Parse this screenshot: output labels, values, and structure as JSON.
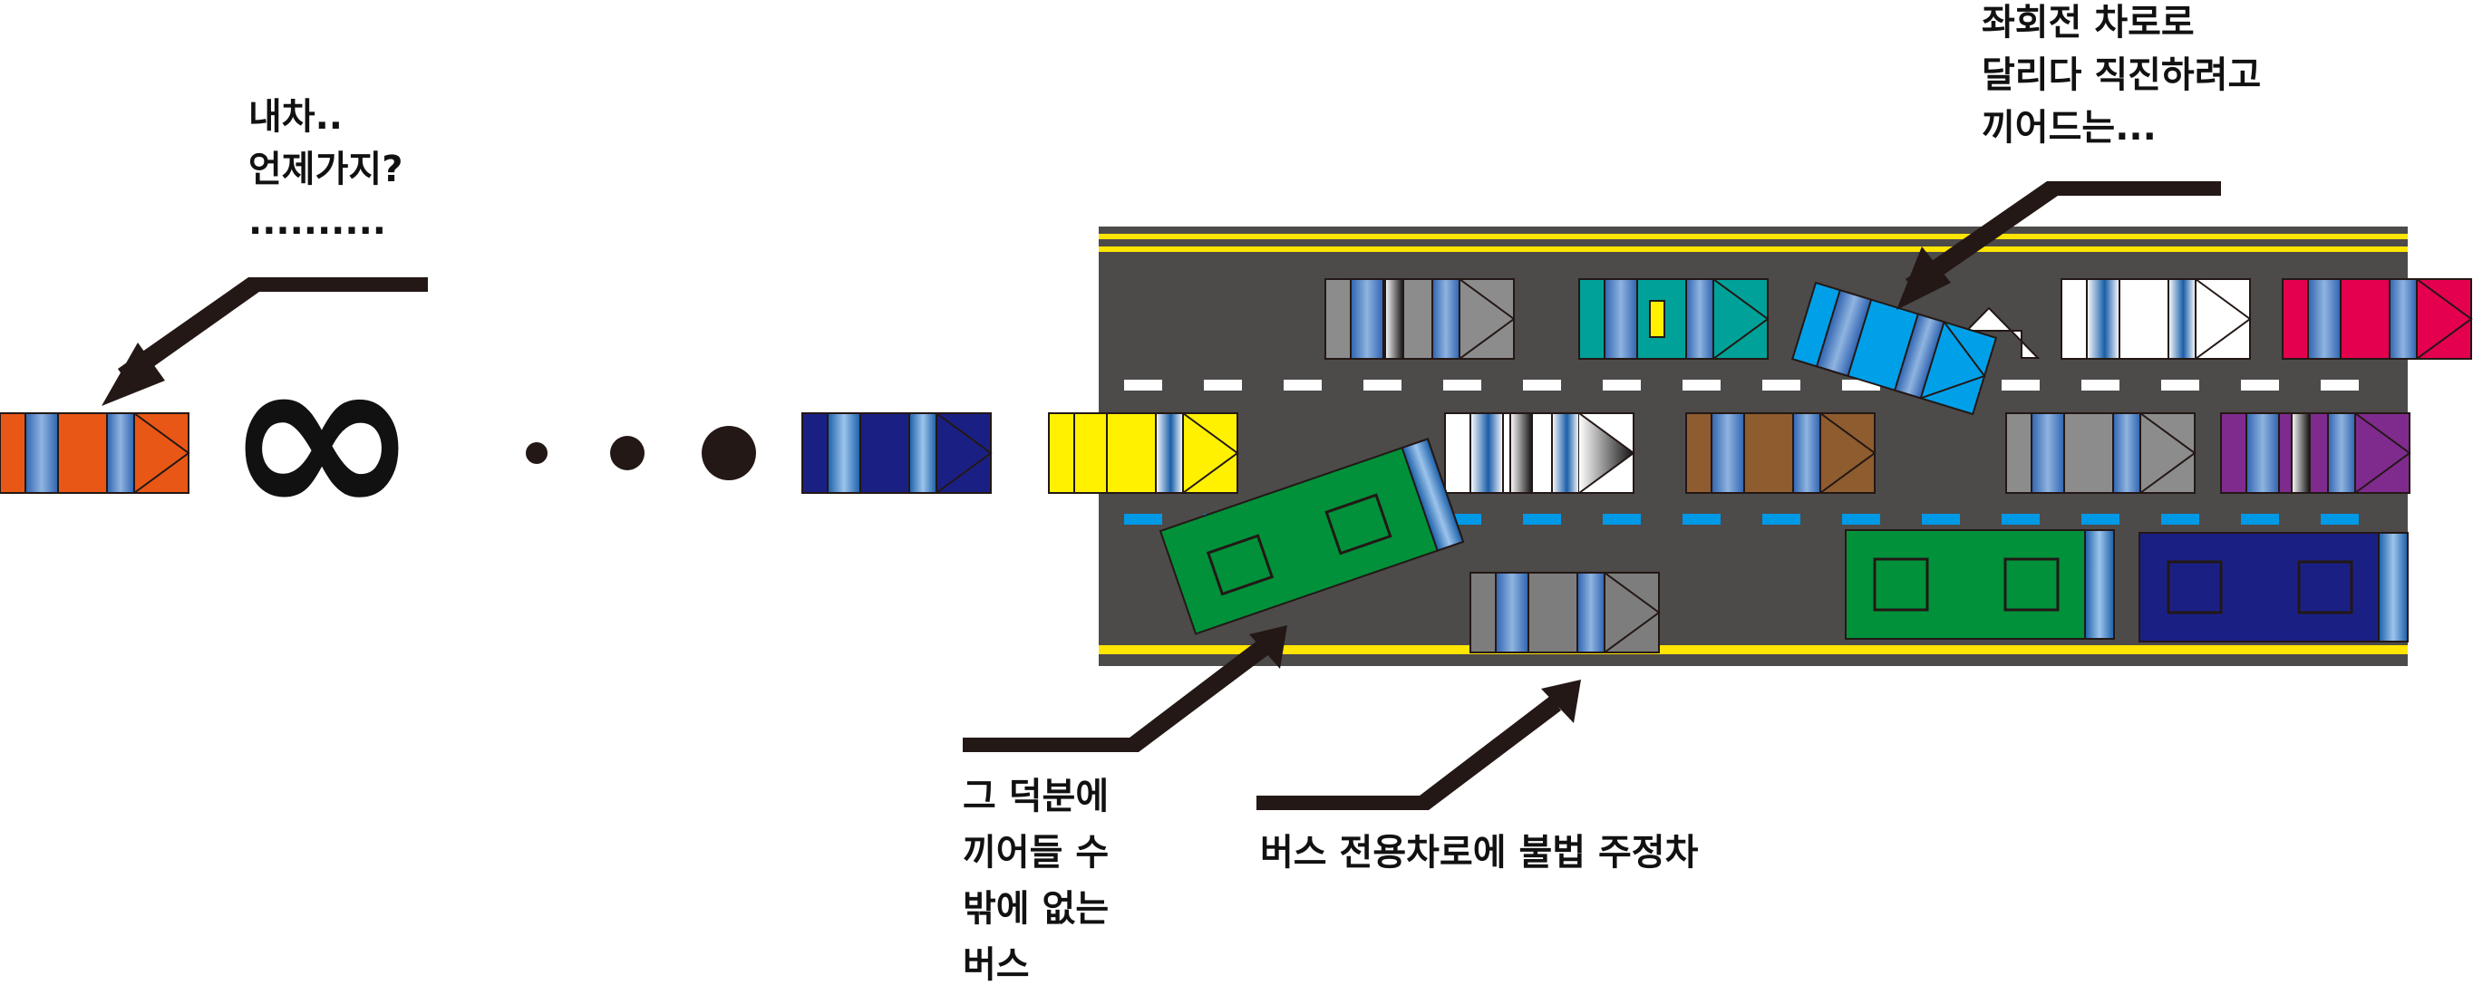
{
  "annotations": {
    "my_car": {
      "line1": "내차..",
      "line2": "언제가지?",
      "line3": ".........."
    },
    "left_turn": {
      "line1": "좌회전 차로로",
      "line2": "달리다 직진하려고",
      "line3": "끼어드는..."
    },
    "bus": {
      "line1": "그 덕분에",
      "line2": "끼어들 수",
      "line3": "밖에 없는",
      "line4": "버스"
    },
    "parked": {
      "line1": "버스 전용차로에 불법 주정차"
    }
  },
  "symbols": {
    "infinity": "∞"
  },
  "colors": {
    "road": "#4d4a4a",
    "yellow_line": "#ffe500",
    "bus_lane_marking": "#0099e6",
    "lane_marking": "#ffffff",
    "arrow": "#231815",
    "my_car": "#e85716",
    "car_blue_dark": "#1a2083",
    "car_yellow": "#fff100",
    "bus_green": "#00913a",
    "bus_navy": "#1a2083",
    "car_sky": "#00a0e9",
    "car_teal": "#00a199",
    "car_red": "#e4004f",
    "car_brown": "#8f5c2f",
    "car_purple": "#7f2b8e",
    "car_gray": "#8c8c8c",
    "car_white": "#ffffff"
  }
}
